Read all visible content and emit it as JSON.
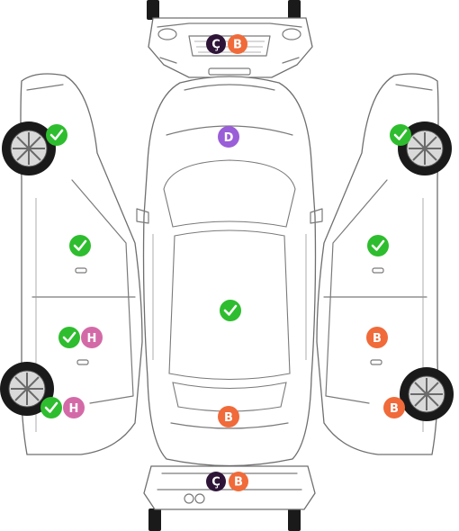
{
  "diagram": {
    "type": "vehicle-damage-map",
    "status_colors": {
      "ok": "#2ebd2e",
      "B": "#f06a3a",
      "C": "#2e1538",
      "D": "#9a5ed8",
      "H": "#d36aa7"
    },
    "markers": [
      {
        "part": "front-bumper",
        "status": "C",
        "text": "Ç"
      },
      {
        "part": "front-bumper",
        "status": "B",
        "text": "B"
      },
      {
        "part": "hood",
        "status": "D",
        "text": "D"
      },
      {
        "part": "roof",
        "status": "ok",
        "text": ""
      },
      {
        "part": "trunk",
        "status": "B",
        "text": "B"
      },
      {
        "part": "rear-bumper",
        "status": "C",
        "text": "Ç"
      },
      {
        "part": "rear-bumper",
        "status": "B",
        "text": "B"
      },
      {
        "part": "left-front-fender",
        "status": "ok",
        "text": ""
      },
      {
        "part": "left-front-door",
        "status": "ok",
        "text": ""
      },
      {
        "part": "left-rear-door",
        "status": "ok",
        "text": ""
      },
      {
        "part": "left-rear-door",
        "status": "H",
        "text": "H"
      },
      {
        "part": "left-rear-fender",
        "status": "ok",
        "text": ""
      },
      {
        "part": "left-rear-fender",
        "status": "H",
        "text": "H"
      },
      {
        "part": "right-front-fender",
        "status": "ok",
        "text": ""
      },
      {
        "part": "right-front-door",
        "status": "ok",
        "text": ""
      },
      {
        "part": "right-rear-door",
        "status": "B",
        "text": "B"
      },
      {
        "part": "right-rear-fender",
        "status": "B",
        "text": "B"
      }
    ]
  }
}
